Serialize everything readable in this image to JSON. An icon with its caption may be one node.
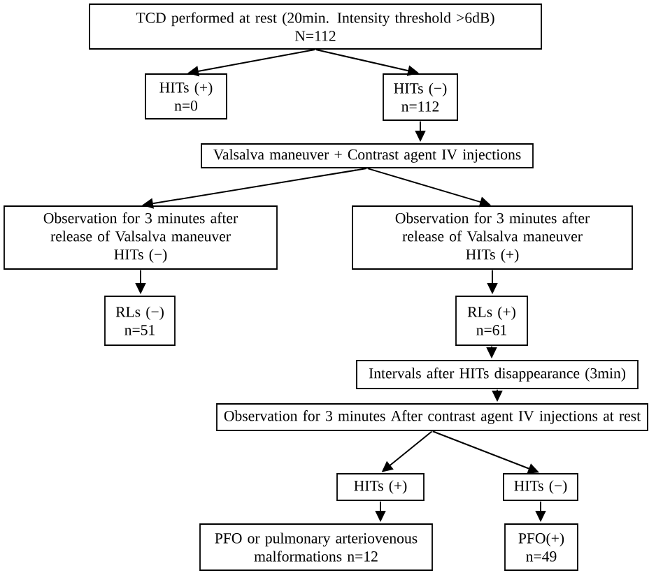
{
  "diagram": {
    "nodes": [
      {
        "text": [
          "TCD performed at rest (20min. Intensity threshold >6dB)",
          "N=112"
        ]
      },
      {
        "text": [
          "HITs (+)",
          "n=0"
        ]
      },
      {
        "text": [
          "HITs (−)",
          "n=112"
        ]
      },
      {
        "text": [
          "Valsalva maneuver + Contrast agent IV injections"
        ]
      },
      {
        "text": [
          "Observation for 3 minutes after release of Valsalva maneuver",
          "HITs (−)"
        ]
      },
      {
        "text": [
          "Observation for 3 minutes after release of Valsalva maneuver",
          "HITs (+)"
        ]
      },
      {
        "text": [
          "RLs (−)",
          "n=51"
        ]
      },
      {
        "text": [
          "RLs (+)",
          "n=61"
        ]
      },
      {
        "text": [
          "Intervals after HITs disappearance (3min)"
        ]
      },
      {
        "text": [
          "Observation for 3 minutes After contrast agent IV injections at rest"
        ]
      },
      {
        "text": [
          "HITs (+)"
        ]
      },
      {
        "text": [
          "HITs (−)"
        ]
      },
      {
        "text": [
          "PFO or pulmonary arteriovenous malformations n=12"
        ]
      },
      {
        "text": [
          "PFO(+)",
          "n=49"
        ]
      }
    ],
    "edges": [
      {
        "from": 0,
        "to": 1,
        "arrow": "to"
      },
      {
        "from": 0,
        "to": 2,
        "arrow": "to"
      },
      {
        "from": 2,
        "to": 3,
        "arrow": "to"
      },
      {
        "from": 3,
        "to": 4,
        "arrow": "to"
      },
      {
        "from": 3,
        "to": 5,
        "arrow": "to"
      },
      {
        "from": 4,
        "to": 6,
        "arrow": "to"
      },
      {
        "from": 5,
        "to": 7,
        "arrow": "to"
      },
      {
        "from": 7,
        "to": 8,
        "arrow": "to"
      },
      {
        "from": 8,
        "to": 9,
        "arrow": "to"
      },
      {
        "from": 9,
        "to": 10,
        "arrow": "to"
      },
      {
        "from": 9,
        "to": 11,
        "arrow": "to"
      },
      {
        "from": 10,
        "to": 12,
        "arrow": "to"
      },
      {
        "from": 11,
        "to": 13,
        "arrow": "to"
      }
    ]
  }
}
